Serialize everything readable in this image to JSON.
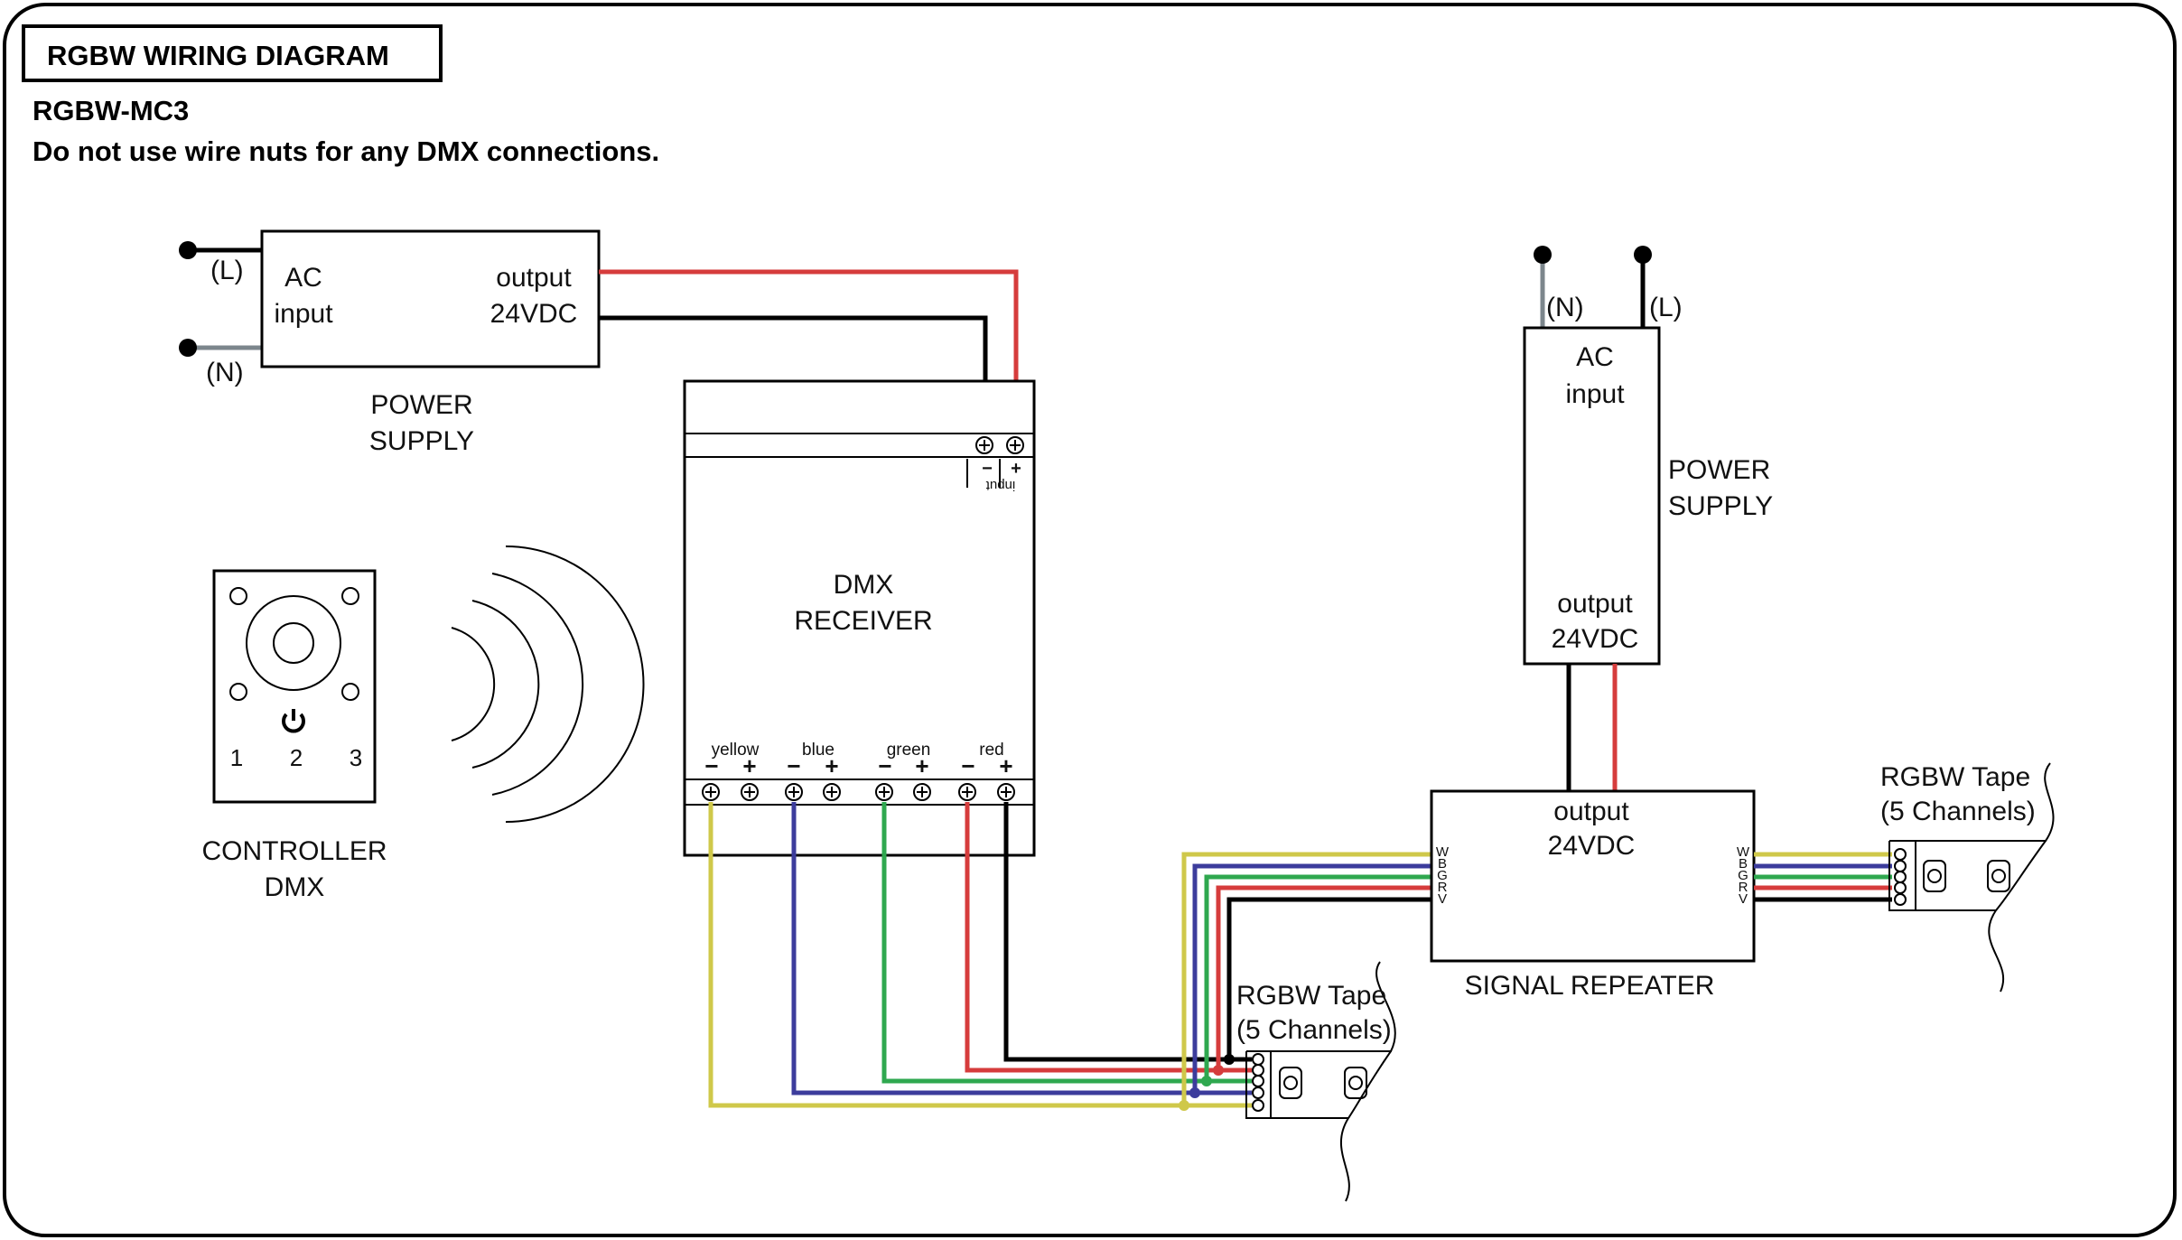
{
  "header": {
    "title": "RGBW WIRING DIAGRAM",
    "model": "RGBW-MC3",
    "warning": "Do not use wire nuts for any DMX connections."
  },
  "power_supply_1": {
    "l_label": "(L)",
    "n_label": "(N)",
    "ac_line1": "AC",
    "ac_line2": "input",
    "out_line1": "output",
    "out_line2": "24VDC",
    "caption_line1": "POWER",
    "caption_line2": "SUPPLY"
  },
  "controller": {
    "numbers": [
      "1",
      "2",
      "3"
    ],
    "caption_line1": "CONTROLLER",
    "caption_line2": "DMX"
  },
  "receiver": {
    "title_line1": "DMX",
    "title_line2": "RECEIVER",
    "input_label": "input",
    "minus": "−",
    "plus": "+",
    "channels": [
      "yellow",
      "blue",
      "green",
      "red"
    ]
  },
  "power_supply_2": {
    "n_label": "(N)",
    "l_label": "(L)",
    "ac_line1": "AC",
    "ac_line2": "input",
    "side_line1": "POWER",
    "side_line2": "SUPPLY",
    "out_line1": "output",
    "out_line2": "24VDC"
  },
  "repeater": {
    "out_line1": "output",
    "out_line2": "24VDC",
    "caption": "SIGNAL REPEATER",
    "pin_letters": [
      "W",
      "B",
      "G",
      "R",
      "V"
    ]
  },
  "tape": {
    "title_line1": "RGBW Tape",
    "title_line2": "(5 Channels)"
  },
  "wire_colors": {
    "black": "#000000",
    "red": "#d63c3c",
    "yellow": "#cfc84a",
    "blue": "#3c3c9c",
    "green": "#2fa84f",
    "neutral_gray": "#7c868c"
  }
}
